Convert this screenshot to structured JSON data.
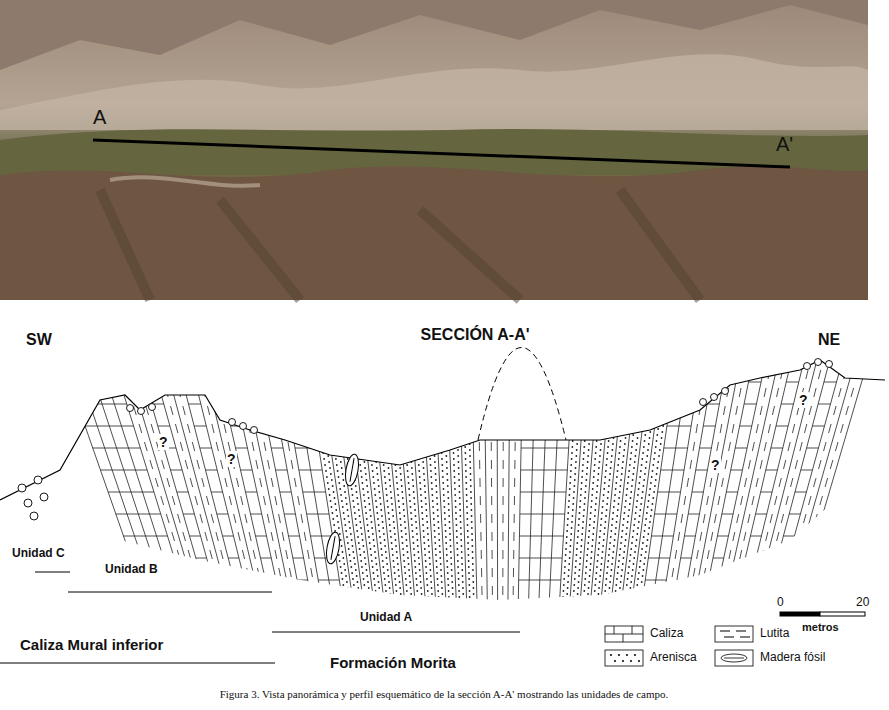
{
  "diagram": {
    "caption": "Figura 3. Vista panorámica y perfil esquemático de la sección A-A' mostrando las unidades de campo.",
    "labels": [
      "A",
      "A'",
      "SW",
      "SECCIÓN A-A'",
      "NE",
      "?",
      "?",
      "?",
      "?",
      "Unidad C",
      "Unidad B",
      "Unidad A",
      "Caliza Mural inferior",
      "Formación Morita",
      "0",
      "20",
      "metros"
    ],
    "legend": [
      {
        "text": "Caliza"
      },
      {
        "text": "Lutita"
      },
      {
        "text": "Arenisca"
      },
      {
        "text": "Madera fósil"
      }
    ]
  }
}
